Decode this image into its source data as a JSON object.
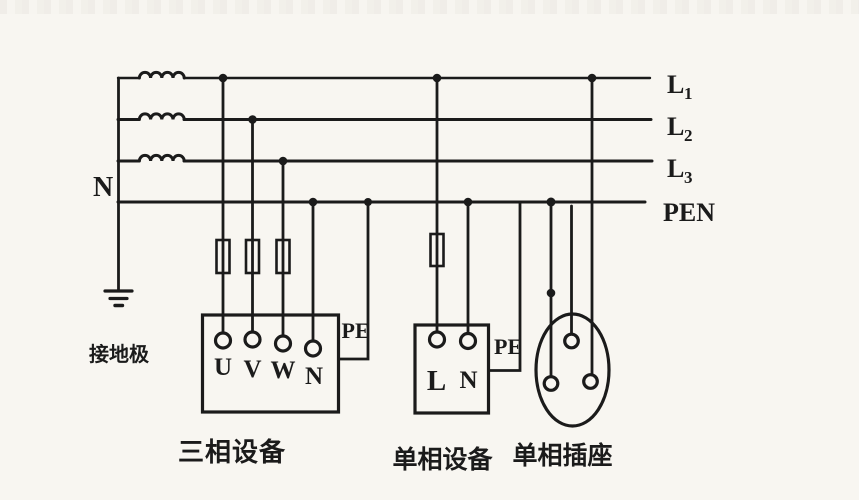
{
  "colors": {
    "ink": "#1b1b1b",
    "paper": "#f8f6f1"
  },
  "bus_labels": {
    "neutral_point": "N",
    "l1": "L",
    "l1_sub": "1",
    "l2": "L",
    "l2_sub": "2",
    "l3": "L",
    "l3_sub": "3",
    "pen": "PEN"
  },
  "ground": {
    "label": "接地极"
  },
  "three_phase_device": {
    "title": "三相设备",
    "pe": "PE",
    "terminals": [
      "U",
      "V",
      "W",
      "N"
    ]
  },
  "single_phase_device": {
    "title": "单相设备",
    "pe": "PE",
    "terminals": [
      "L",
      "N"
    ]
  },
  "socket": {
    "title": "单相插座"
  }
}
